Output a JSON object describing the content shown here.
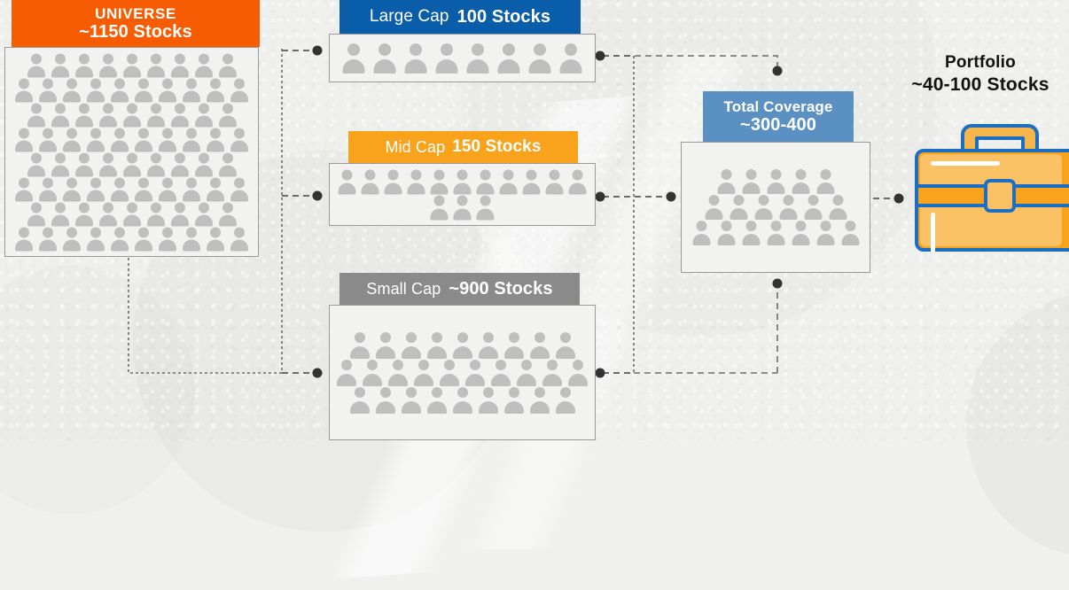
{
  "diagram": {
    "title_flow": "Stock universe funnel to portfolio",
    "background_color": "#efefee"
  },
  "universe": {
    "name_label": "UNIVERSE",
    "count_label": "~1150 Stocks",
    "header_color": "#f85c03",
    "icon_name": "person-icon",
    "rows": [
      9,
      10,
      9,
      10,
      9,
      10,
      9,
      10
    ]
  },
  "segments": [
    {
      "key": "large-cap",
      "name_label": "Large Cap",
      "count_label": "100 Stocks",
      "header_color": "#0a5da8",
      "rows": [
        8
      ]
    },
    {
      "key": "mid-cap",
      "name_label": "Mid Cap",
      "count_label": "150 Stocks",
      "header_color": "#f9a21b",
      "rows": [
        11,
        3
      ]
    },
    {
      "key": "small-cap",
      "name_label": "Small Cap",
      "count_label": "~900 Stocks",
      "header_color": "#8a8a8a",
      "rows": [
        9,
        10,
        9
      ]
    }
  ],
  "coverage": {
    "name_label": "Total Coverage",
    "count_label": "~300-400",
    "header_color": "#5b90c2",
    "rows": [
      5,
      6,
      7
    ]
  },
  "portfolio": {
    "name_label": "Portfolio",
    "count_label": "~40-100 Stocks",
    "icon_name": "briefcase-icon",
    "body_color": "#f9a21b",
    "outline_color": "#1a6fc4",
    "text_color": "#111111"
  },
  "connectors": {
    "line_color": "#6b6b6b",
    "dot_color": "#333333",
    "style": "dashed"
  }
}
